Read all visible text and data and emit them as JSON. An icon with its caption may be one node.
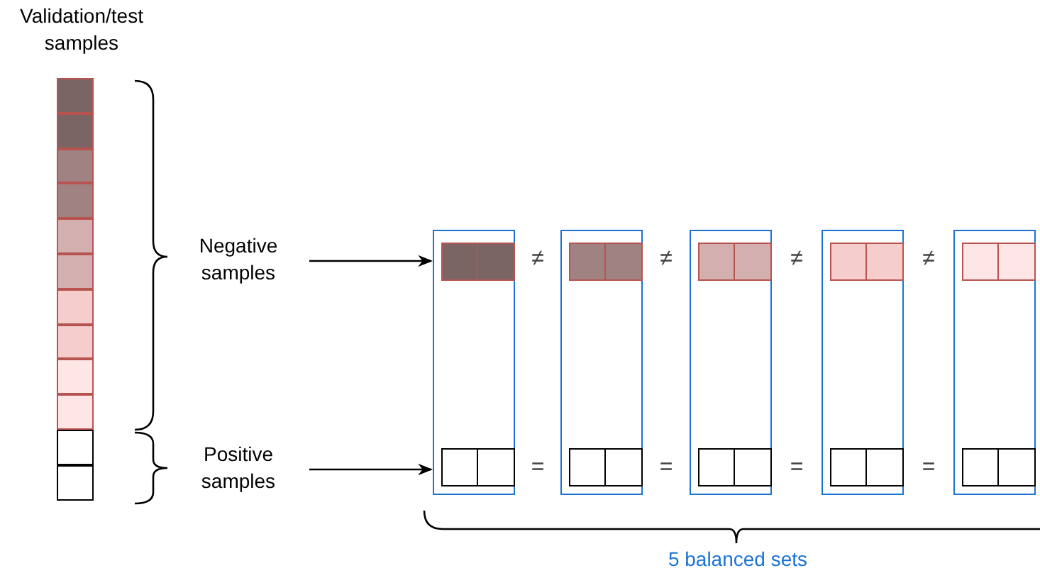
{
  "diagram": {
    "nodes": [
      {
        "text": [
          "Validation/test samples"
        ]
      },
      {
        "text": [],
        "shape": "box",
        "in": 0
      },
      {
        "text": [],
        "shape": "box",
        "in": 0
      },
      {
        "text": [],
        "shape": "box",
        "in": 0
      },
      {
        "text": [],
        "shape": "box",
        "in": 0
      },
      {
        "text": [],
        "shape": "box",
        "in": 0
      },
      {
        "text": [],
        "shape": "box",
        "in": 0
      },
      {
        "text": [],
        "shape": "box",
        "in": 0
      },
      {
        "text": [],
        "shape": "box",
        "in": 0
      },
      {
        "text": [],
        "shape": "box",
        "in": 0
      },
      {
        "text": [],
        "shape": "box",
        "in": 0
      },
      {
        "text": [],
        "shape": "box",
        "in": 0
      },
      {
        "text": [],
        "shape": "box",
        "in": 0
      },
      {
        "text": [
          "Negative samples"
        ]
      },
      {
        "text": [
          "Positive samples"
        ]
      },
      {
        "text": [],
        "shape": "box"
      },
      {
        "text": [],
        "shape": "box",
        "in": 15
      },
      {
        "text": [],
        "shape": "box",
        "in": 15
      },
      {
        "text": [],
        "shape": "box"
      },
      {
        "text": [],
        "shape": "box",
        "in": 18
      },
      {
        "text": [],
        "shape": "box",
        "in": 18
      },
      {
        "text": [],
        "shape": "box"
      },
      {
        "text": [],
        "shape": "box",
        "in": 21
      },
      {
        "text": [],
        "shape": "box",
        "in": 21
      },
      {
        "text": [],
        "shape": "box"
      },
      {
        "text": [],
        "shape": "box",
        "in": 24
      },
      {
        "text": [],
        "shape": "box",
        "in": 24
      },
      {
        "text": [],
        "shape": "box"
      },
      {
        "text": [],
        "shape": "box",
        "in": 27
      },
      {
        "text": [],
        "shape": "box",
        "in": 27
      }
    ],
    "edges": [
      {
        "from": 13,
        "to": 15,
        "arrow": "to"
      },
      {
        "from": 14,
        "to": 15,
        "arrow": "to"
      }
    ],
    "labels": [
      "≠",
      "≠",
      "≠",
      "≠",
      "=",
      "=",
      "=",
      "=",
      "5 balanced sets"
    ]
  }
}
